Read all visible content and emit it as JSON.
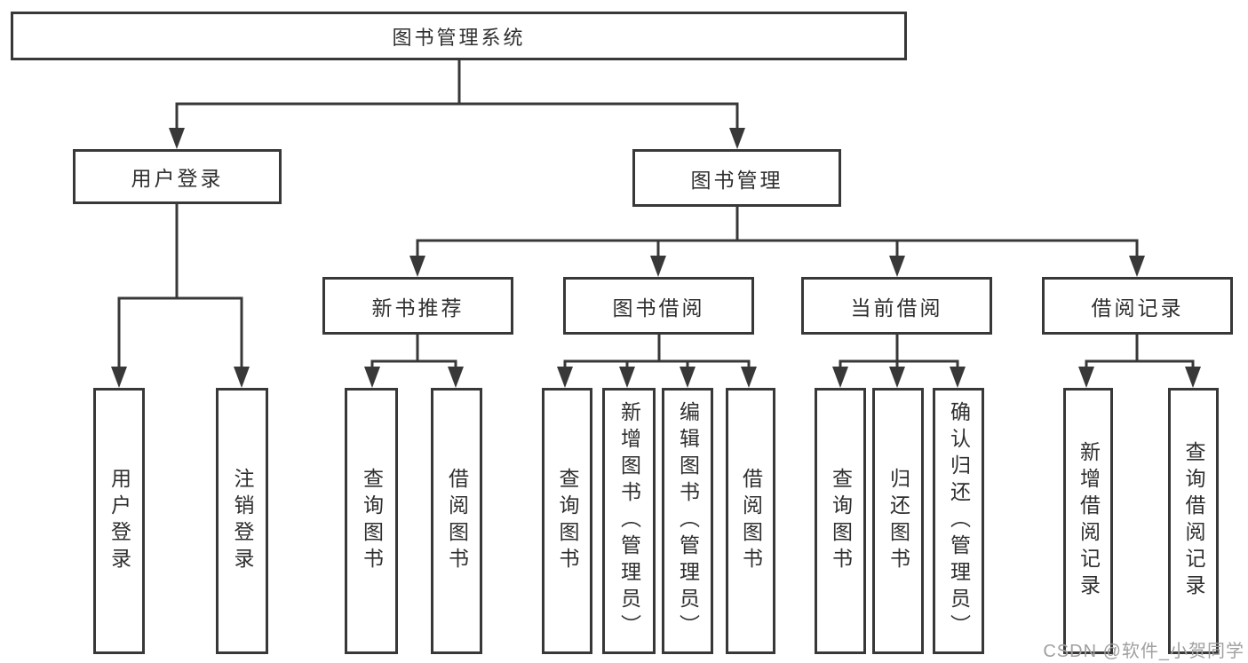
{
  "root": {
    "label": "图书管理系统"
  },
  "user_login": {
    "label": "用户登录",
    "children": [
      {
        "label": "用户登录"
      },
      {
        "label": "注销登录"
      }
    ]
  },
  "book_mgmt": {
    "label": "图书管理",
    "sections": [
      {
        "label": "新书推荐",
        "children": [
          {
            "label": "查询图书"
          },
          {
            "label": "借阅图书"
          }
        ]
      },
      {
        "label": "图书借阅",
        "children": [
          {
            "label": "查询图书"
          },
          {
            "label": "新增图书（管理员）"
          },
          {
            "label": "编辑图书（管理员）"
          },
          {
            "label": "借阅图书"
          }
        ]
      },
      {
        "label": "当前借阅",
        "children": [
          {
            "label": "查询图书"
          },
          {
            "label": "归还图书"
          },
          {
            "label": "确认归还（管理员）"
          }
        ]
      },
      {
        "label": "借阅记录",
        "children": [
          {
            "label": "新增借阅记录"
          },
          {
            "label": "查询借阅记录"
          }
        ]
      }
    ]
  },
  "watermark": "CSDN @软件_小贺同学",
  "colors": {
    "line": "#383838",
    "text": "#2f2f2f",
    "background": "#ffffff",
    "watermark": "#a0a0a0"
  }
}
